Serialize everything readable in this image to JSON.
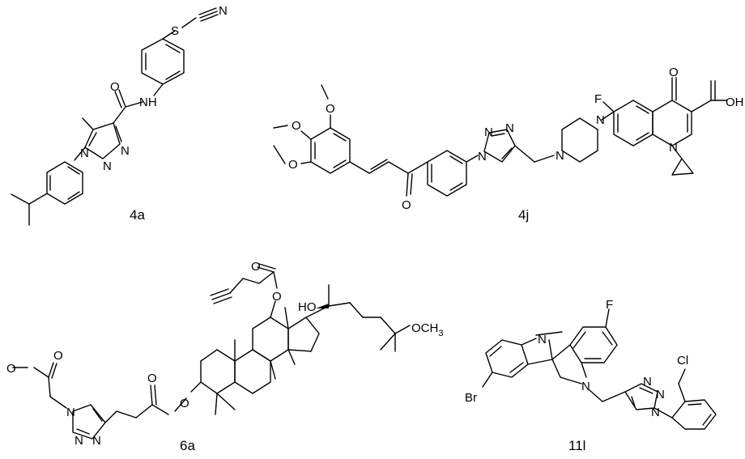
{
  "molecules": [
    {
      "label": "4a",
      "atoms": {
        "s": "S",
        "n_nitrile": "N",
        "nh": "NH",
        "o": "O",
        "n1": "N",
        "n2": "N",
        "n3": "N"
      }
    },
    {
      "label": "4j",
      "atoms": {
        "o_a": "O",
        "o_b": "O",
        "o_c": "O",
        "o_enone": "O",
        "n_t1": "N",
        "n_t2": "N",
        "n_t3": "N",
        "n_pip1": "N",
        "n_pip2": "N",
        "f": "F",
        "o_keto": "O",
        "oh": "OH",
        "n_q": "N"
      }
    },
    {
      "label": "6a",
      "atoms": {
        "o_ester1": "O",
        "o_ester2": "O",
        "o_ester3": "O",
        "o_ester4": "O",
        "o_carbonyl1": "O",
        "o_carbonyl2": "O",
        "n_t1": "N",
        "n_t2": "N",
        "n_t3": "N",
        "ho": "HO",
        "och3": "OCH"
      }
    },
    {
      "label": "11l",
      "atoms": {
        "n_imine": "N",
        "n_ring": "N",
        "f": "F",
        "br": "Br",
        "cl": "Cl",
        "n_t1": "N",
        "n_t2": "N",
        "n_t3": "N"
      }
    }
  ]
}
